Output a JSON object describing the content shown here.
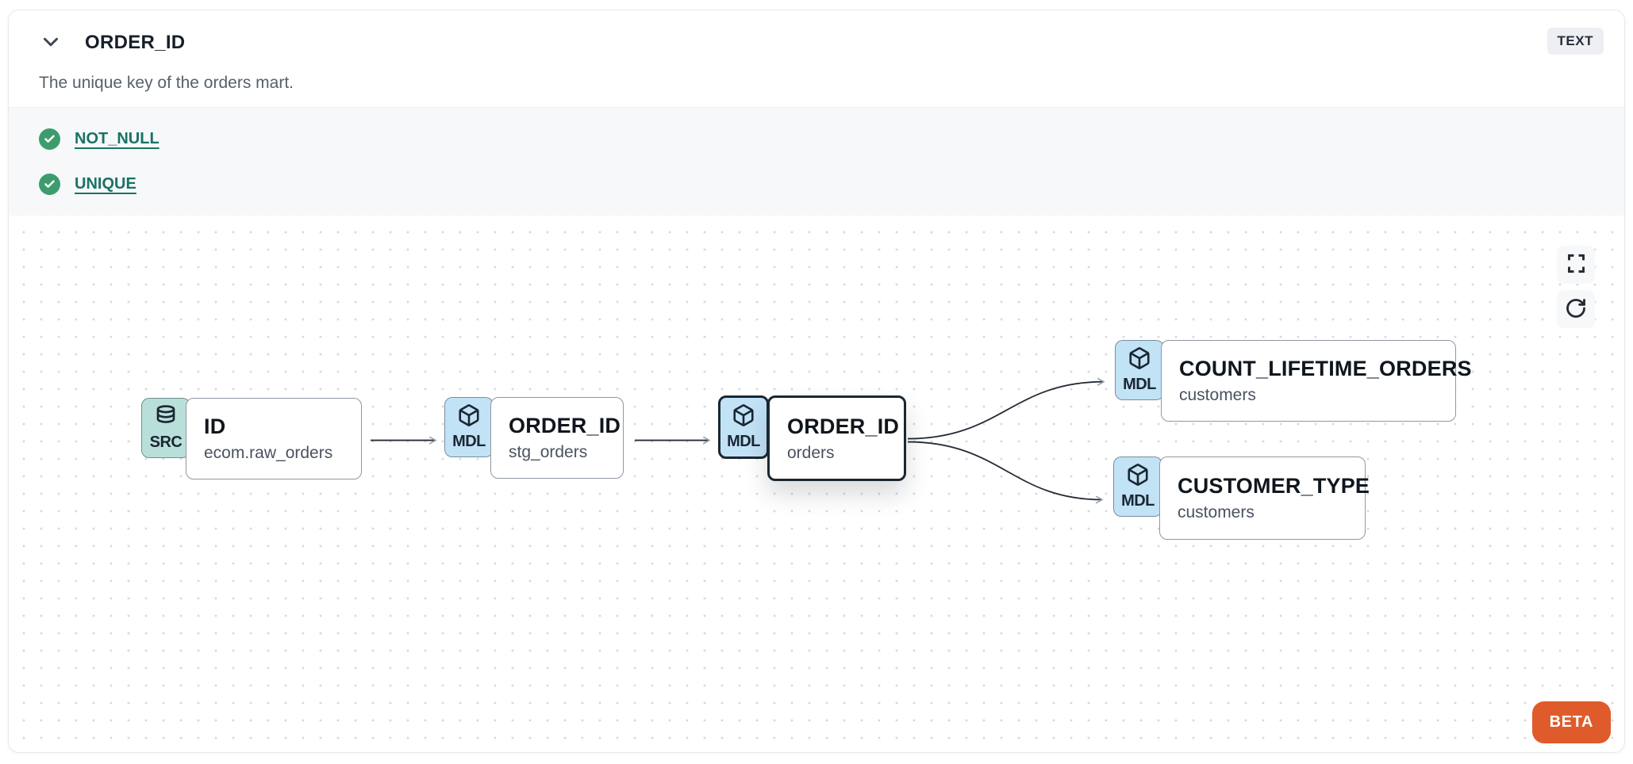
{
  "header": {
    "title": "ORDER_ID",
    "type_badge": "TEXT",
    "description": "The unique key of the orders mart."
  },
  "tests": {
    "items": [
      {
        "name": "NOT_NULL",
        "status": "pass"
      },
      {
        "name": "UNIQUE",
        "status": "pass"
      }
    ]
  },
  "lineage": {
    "nodes": [
      {
        "badge": "SRC",
        "kind": "source",
        "title": "ID",
        "subtitle": "ecom.raw_orders",
        "selected": false
      },
      {
        "badge": "MDL",
        "kind": "model",
        "title": "ORDER_ID",
        "subtitle": "stg_orders",
        "selected": false
      },
      {
        "badge": "MDL",
        "kind": "model",
        "title": "ORDER_ID",
        "subtitle": "orders",
        "selected": true
      },
      {
        "badge": "MDL",
        "kind": "model",
        "title": "COUNT_LIFETIME_ORDERS",
        "subtitle": "customers",
        "selected": false
      },
      {
        "badge": "MDL",
        "kind": "model",
        "title": "CUSTOMER_TYPE",
        "subtitle": "customers",
        "selected": false
      }
    ],
    "edges": [
      {
        "from": "ID (ecom.raw_orders)",
        "to": "ORDER_ID (stg_orders)"
      },
      {
        "from": "ORDER_ID (stg_orders)",
        "to": "ORDER_ID (orders)"
      },
      {
        "from": "ORDER_ID (orders)",
        "to": "COUNT_LIFETIME_ORDERS (customers)"
      },
      {
        "from": "ORDER_ID (orders)",
        "to": "CUSTOMER_TYPE (customers)"
      }
    ],
    "beta_label": "BETA"
  },
  "colors": {
    "source_badge_bg": "#b9dfda",
    "model_badge_bg": "#c2e2f6",
    "selected_border": "#1a2733",
    "test_pass_green": "#3d9c6e",
    "test_link_teal": "#1a7266",
    "beta_orange": "#e05b2b",
    "tests_section_bg": "#f6f8f9"
  }
}
